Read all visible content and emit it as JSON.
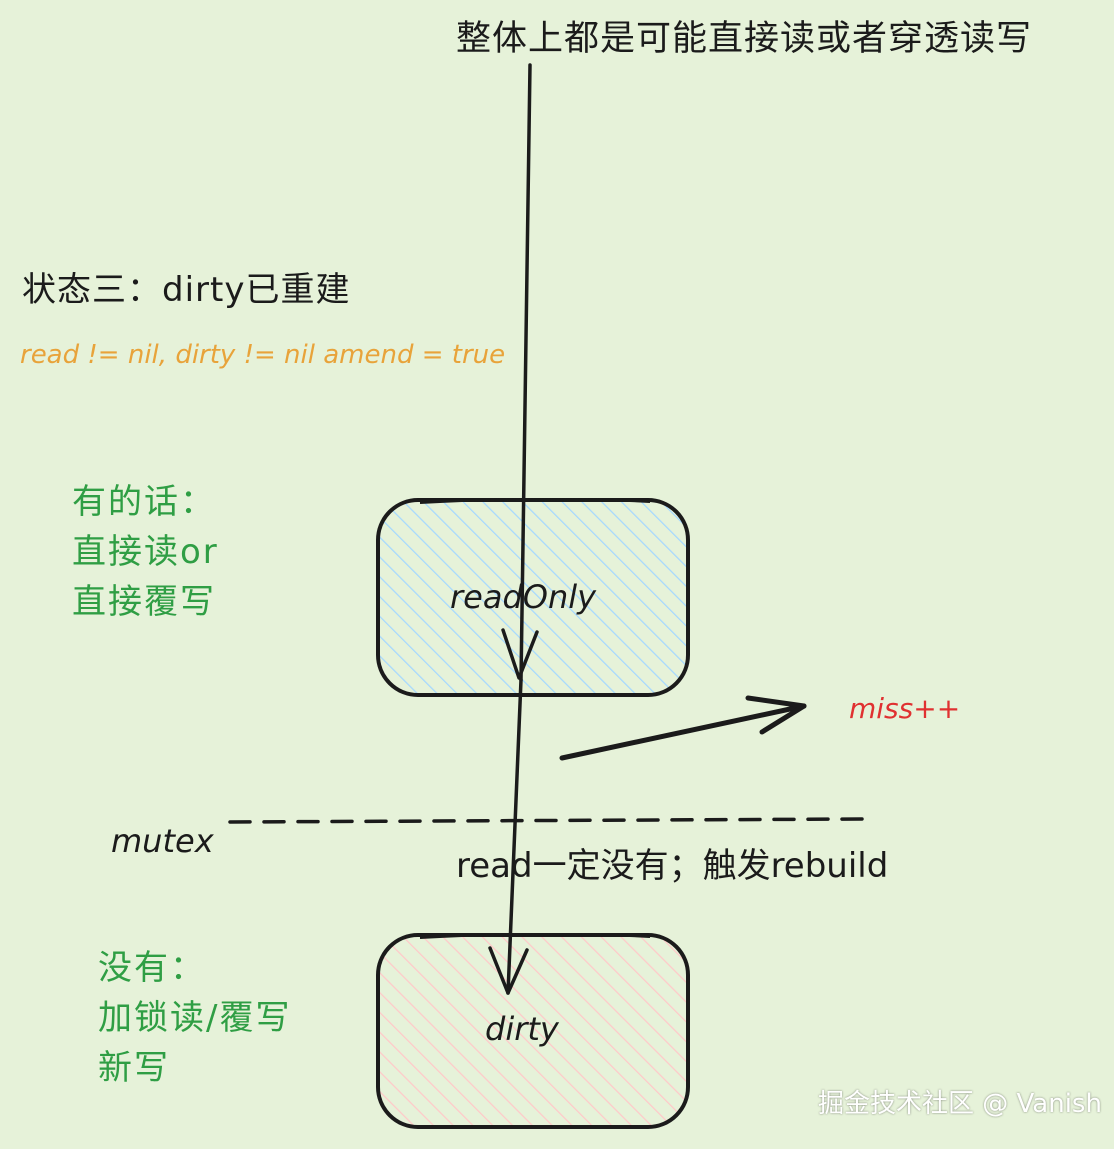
{
  "top_note": "整体上都是可能直接读或者穿透读写",
  "state": {
    "title": "状态三：dirty已重建",
    "condition": "read != nil, dirty != nil amend = true"
  },
  "hit_note": {
    "line1": "有的话：",
    "line2": "直接读or",
    "line3": "直接覆写"
  },
  "miss_note": {
    "line1": "没有：",
    "line2": "加锁读/覆写",
    "line3": "新写"
  },
  "boxes": {
    "read_only": "readOnly",
    "dirty": "dirty"
  },
  "miss_label": "miss++",
  "mutex_label": "mutex",
  "rebuild_note": "read一定没有；触发rebuild",
  "watermark": "掘金技术社区 @ Vanish",
  "colors": {
    "background": "#e6f2d9",
    "read_only_hatch": "#a5d8ff",
    "dirty_hatch": "#ffc9c9",
    "state_condition": "#e8a33a",
    "green_note": "#2f9e44",
    "miss_label": "#e03131",
    "stroke": "#1b1b1b"
  }
}
